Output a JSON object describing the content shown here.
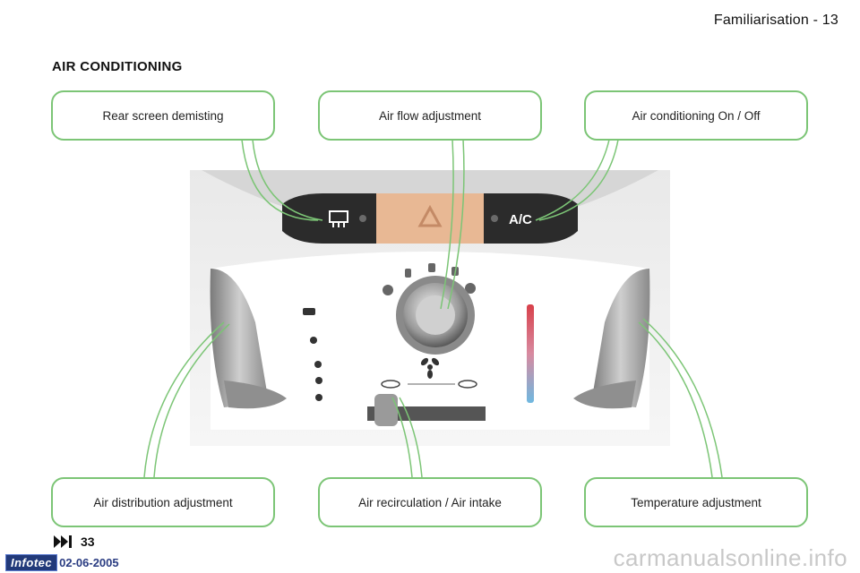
{
  "header": {
    "title": "Familiarisation - 13"
  },
  "section": {
    "title": "AIR CONDITIONING"
  },
  "callouts": {
    "rear_screen": "Rear screen demisting",
    "air_flow": "Air flow adjustment",
    "ac_onoff": "Air conditioning On / Off",
    "air_distribution": "Air distribution adjustment",
    "air_recirculation": "Air recirculation / Air intake",
    "temperature": "Temperature adjustment"
  },
  "panel": {
    "ac_label": "A/C"
  },
  "footer": {
    "page_ref": "33",
    "logo_text": "Infotec",
    "date": "02-06-2005",
    "watermark": "carmanualsonline.info"
  },
  "colors": {
    "callout_border": "#7cc576",
    "hazard": "#e8b894",
    "temp_hot": "#d8404a",
    "temp_cold": "#6fb8e0"
  },
  "icons": [
    "fast-forward-icon",
    "rear-demist-icon",
    "hazard-icon",
    "fan-icon",
    "recirculation-icon",
    "fresh-air-icon"
  ]
}
